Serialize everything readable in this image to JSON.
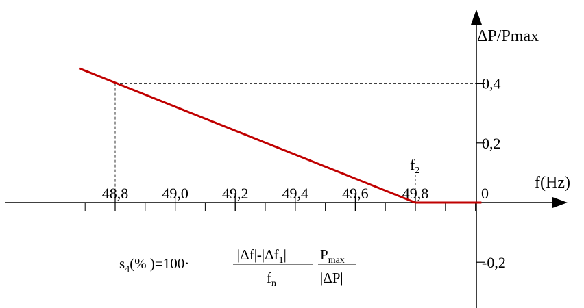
{
  "chart_data": {
    "type": "line",
    "title": "",
    "xlabel": "f(Hz)",
    "ylabel": "ΔP/Pmax",
    "x_ticks": [
      48.8,
      49.0,
      49.2,
      49.4,
      49.6,
      49.8
    ],
    "x_tick_labels": [
      "48,8",
      "49,0",
      "49,2",
      "49,4",
      "49,6",
      "49,8"
    ],
    "x_zero_label": "0",
    "y_tick_labels": [
      {
        "value": 0.4,
        "label": "0,4"
      },
      {
        "value": 0.2,
        "label": "0,2"
      },
      {
        "value": -0.2,
        "label": "-0,2"
      }
    ],
    "series": [
      {
        "color": "#c00000",
        "points": [
          {
            "x": 48.68,
            "y": 0.45
          },
          {
            "x": 49.8,
            "y": 0.0
          },
          {
            "x": 50.02,
            "y": 0.0
          }
        ]
      }
    ],
    "reference_point": {
      "x": 48.8,
      "y": 0.4
    },
    "annotation_f2": {
      "main": "f",
      "sub": "2",
      "x": 49.8
    },
    "formula": {
      "lhs_main": "s",
      "lhs_sub": "4",
      "lhs_rest": "(% )=100·",
      "frac1_num_a": "|Δf|-|Δf",
      "frac1_num_sub": "1",
      "frac1_num_b": "|",
      "frac1_den_main": "f",
      "frac1_den_sub": "n",
      "frac2_num_main": "P",
      "frac2_num_sub": "max",
      "frac2_den": "|ΔP|"
    },
    "grid": false,
    "legend": "none"
  }
}
